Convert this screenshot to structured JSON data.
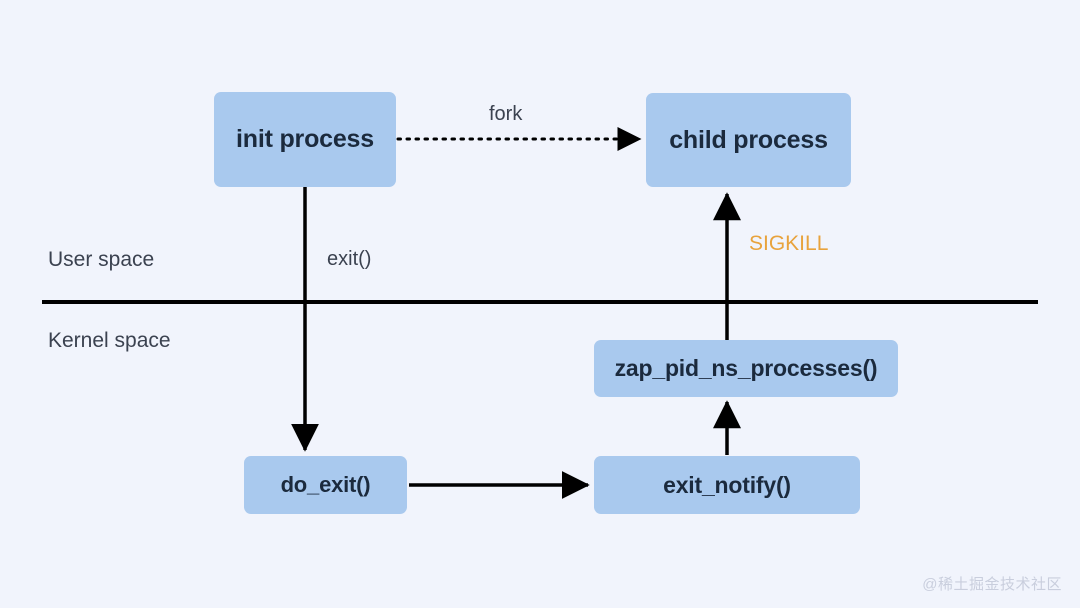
{
  "diagram": {
    "background_color": "#f1f4fc",
    "node_fill_color": "#a9c9ee",
    "node_text_color": "#1b2a3d",
    "line_color": "#000000",
    "accent_color": "#e8a33d",
    "nodes": [
      {
        "id": "init-process",
        "label": "init process"
      },
      {
        "id": "child-process",
        "label": "child process"
      },
      {
        "id": "zap-pid-ns-processes",
        "label": "zap_pid_ns_processes()"
      },
      {
        "id": "do-exit",
        "label": "do_exit()"
      },
      {
        "id": "exit-notify",
        "label": "exit_notify()"
      }
    ],
    "edge_labels": {
      "fork": "fork",
      "exit": "exit()",
      "sigkill": "SIGKILL"
    },
    "regions": {
      "user_space": "User space",
      "kernel_space": "Kernel space"
    },
    "watermark": "@稀土掘金技术社区"
  }
}
